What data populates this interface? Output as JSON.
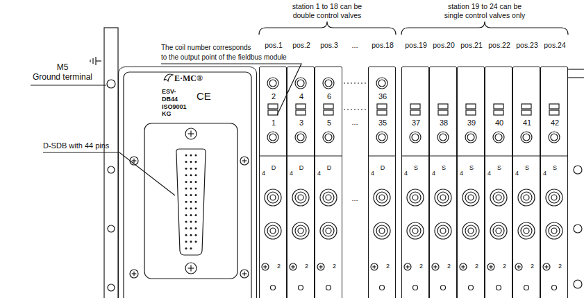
{
  "diagram": {
    "nodes": [
      {
        "text": [
          "E·MC®",
          "ESV-DB44 ISO9001 KG",
          "CE"
        ]
      },
      {
        "text": [
          "pos.1",
          "2",
          "1",
          "4",
          "D",
          "2"
        ]
      },
      {
        "text": [
          "pos.2",
          "4",
          "3",
          "4",
          "D",
          "2"
        ]
      },
      {
        "text": [
          "pos.3",
          "6",
          "5",
          "4",
          "D",
          "2"
        ]
      },
      {
        "text": [
          "pos.18",
          "36",
          "35",
          "4",
          "D",
          "2"
        ]
      },
      {
        "text": [
          "pos.19",
          "37",
          "4",
          "S",
          "2"
        ]
      },
      {
        "text": [
          "pos.20",
          "38",
          "4",
          "S",
          "2"
        ]
      },
      {
        "text": [
          "pos.21",
          "39",
          "4",
          "S",
          "2"
        ]
      },
      {
        "text": [
          "pos.22",
          "40",
          "4",
          "S",
          "2"
        ]
      },
      {
        "text": [
          "pos.23",
          "41",
          "4",
          "S",
          "2"
        ]
      },
      {
        "text": [
          "pos.24",
          "42",
          "4",
          "S",
          "2"
        ]
      }
    ],
    "labels": [
      "station 1 to 18 can be double control valves",
      "station 19 to 24 can be single control valves only",
      "The coil number corresponds to the output point of the fieldbus module",
      "M5 Ground terminal",
      "D-SDB with 44 pins",
      "...",
      "...",
      "..."
    ]
  }
}
